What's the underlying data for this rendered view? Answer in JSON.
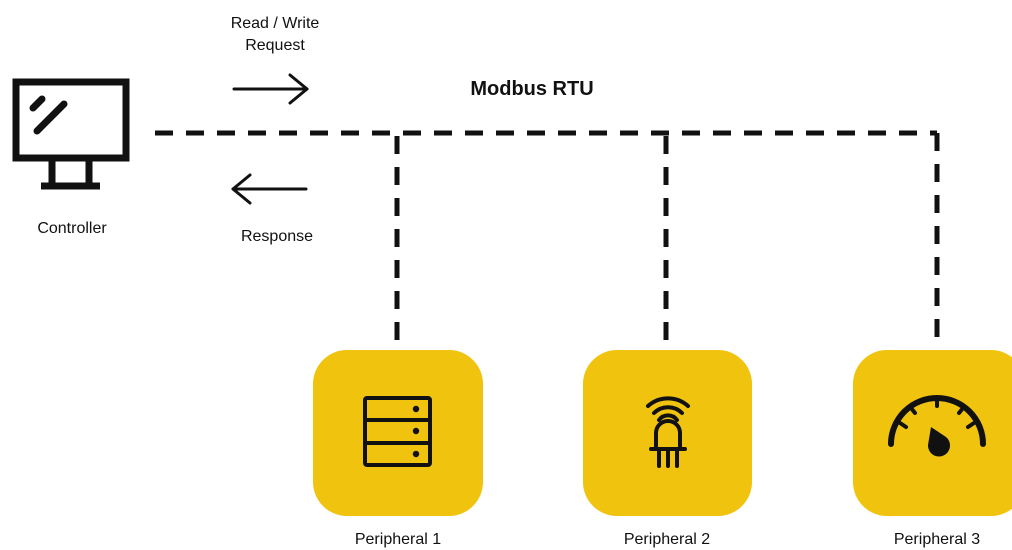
{
  "diagram": {
    "title": "Modbus RTU",
    "controller": {
      "label": "Controller",
      "icon": "monitor-icon"
    },
    "request": {
      "line1": "Read / Write",
      "line2": "Request"
    },
    "response": {
      "label": "Response"
    },
    "peripherals": [
      {
        "label": "Peripheral 1",
        "icon": "server-rack-icon"
      },
      {
        "label": "Peripheral 2",
        "icon": "wireless-sensor-icon"
      },
      {
        "label": "Peripheral 3",
        "icon": "gauge-icon"
      }
    ],
    "colors": {
      "tile": "#F0C30F",
      "stroke": "#111111",
      "background": "#FFFFFF"
    }
  }
}
